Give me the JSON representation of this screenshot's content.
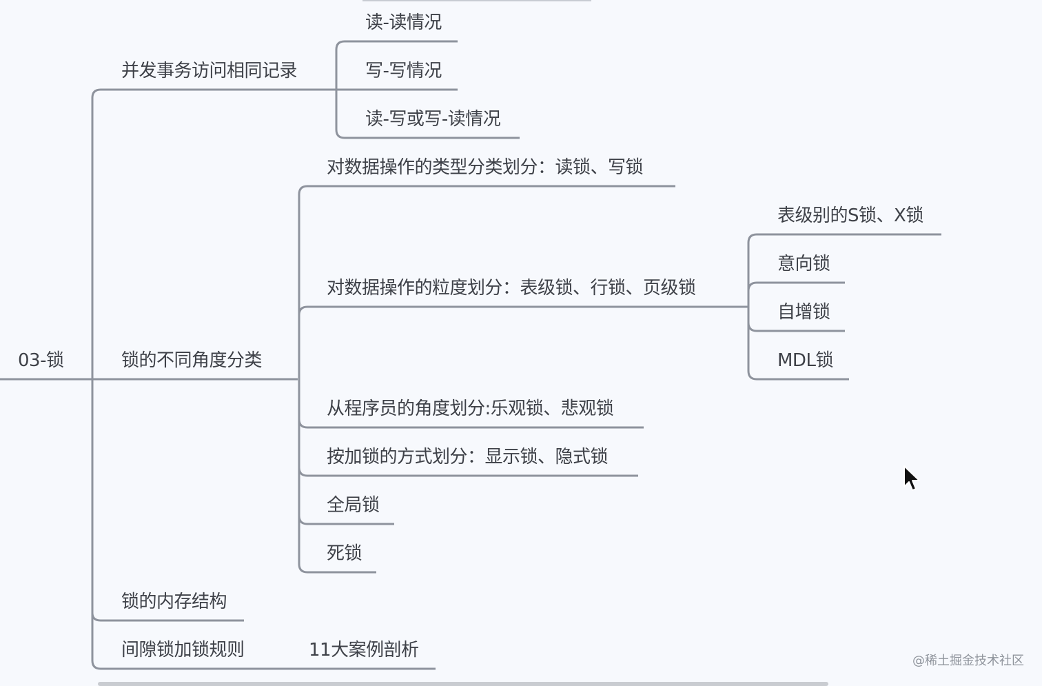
{
  "root": "03-锁",
  "branch_concurrency": {
    "label": "并发事务访问相同记录",
    "children": [
      "读-读情况",
      "写-写情况",
      "读-写或写-读情况"
    ]
  },
  "branch_classification": {
    "label": "锁的不同角度分类",
    "by_type": "对数据操作的类型分类划分：读锁、写锁",
    "by_granularity": {
      "label": "对数据操作的粒度划分：表级锁、行锁、页级锁",
      "children": [
        "表级别的S锁、X锁",
        "意向锁",
        "自增锁",
        "MDL锁"
      ]
    },
    "by_programmer": "从程序员的角度划分:乐观锁、悲观锁",
    "by_method": "按加锁的方式划分：显示锁、隐式锁",
    "global_lock": "全局锁",
    "deadlock": "死锁"
  },
  "branch_memory": {
    "label": "锁的内存结构"
  },
  "branch_gap": {
    "label": "间隙锁加锁规则",
    "child": "11大案例剖析"
  },
  "watermark": "@稀土掘金技术社区",
  "colors": {
    "line": "#8e939d",
    "text": "#3e4148",
    "background": "#f7f9fd"
  },
  "icons": {
    "cursor": "mouse-pointer-icon"
  }
}
